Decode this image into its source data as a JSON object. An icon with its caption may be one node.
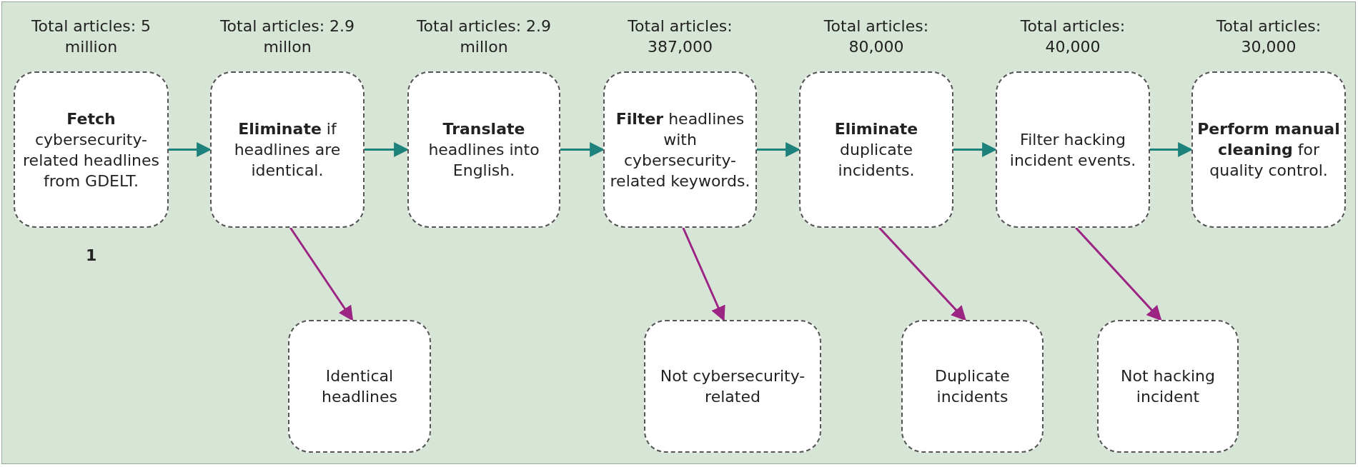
{
  "diagram": {
    "nodes": [
      {
        "text": [
          "**Fetch** cybersecurity-related headlines from GDELT."
        ],
        "beside": [
          "Total articles: 5 million"
        ]
      },
      {
        "text": [
          "**Eliminate** if headlines are identical."
        ],
        "beside": [
          "Total articles: 2.9 millon"
        ]
      },
      {
        "text": [
          "**Translate** headlines into English."
        ],
        "beside": [
          "Total articles: 2.9 millon"
        ]
      },
      {
        "text": [
          "**Filter** headlines with cybersecurity-related keywords."
        ],
        "beside": [
          "Total articles: 387,000"
        ]
      },
      {
        "text": [
          "**Eliminate** duplicate incidents."
        ],
        "beside": [
          "Total articles: 80,000"
        ]
      },
      {
        "text": [
          "Filter hacking incident events."
        ],
        "beside": [
          "Total articles: 40,000"
        ]
      },
      {
        "text": [
          "**Perform manual cleaning** for quality control."
        ],
        "beside": [
          "Total articles: 30,000"
        ]
      },
      {
        "text": [
          "Identical headlines"
        ]
      },
      {
        "text": [
          "Not cybersecurity-related"
        ]
      },
      {
        "text": [
          "Duplicate incidents"
        ]
      },
      {
        "text": [
          "Not hacking incident"
        ]
      }
    ],
    "edges": [
      {
        "from": 0,
        "to": 1,
        "arrow": "to"
      },
      {
        "from": 1,
        "to": 2,
        "arrow": "to"
      },
      {
        "from": 2,
        "to": 3,
        "arrow": "to"
      },
      {
        "from": 3,
        "to": 4,
        "arrow": "to"
      },
      {
        "from": 4,
        "to": 5,
        "arrow": "to"
      },
      {
        "from": 5,
        "to": 6,
        "arrow": "to"
      },
      {
        "from": 1,
        "to": 7,
        "arrow": "to",
        "color": "#9c2483"
      },
      {
        "from": 3,
        "to": 8,
        "arrow": "to",
        "color": "#9c2483"
      },
      {
        "from": 4,
        "to": 9,
        "arrow": "to",
        "color": "#9c2483"
      },
      {
        "from": 5,
        "to": 10,
        "arrow": "to",
        "color": "#9c2483"
      }
    ],
    "labels": [
      "1"
    ]
  }
}
